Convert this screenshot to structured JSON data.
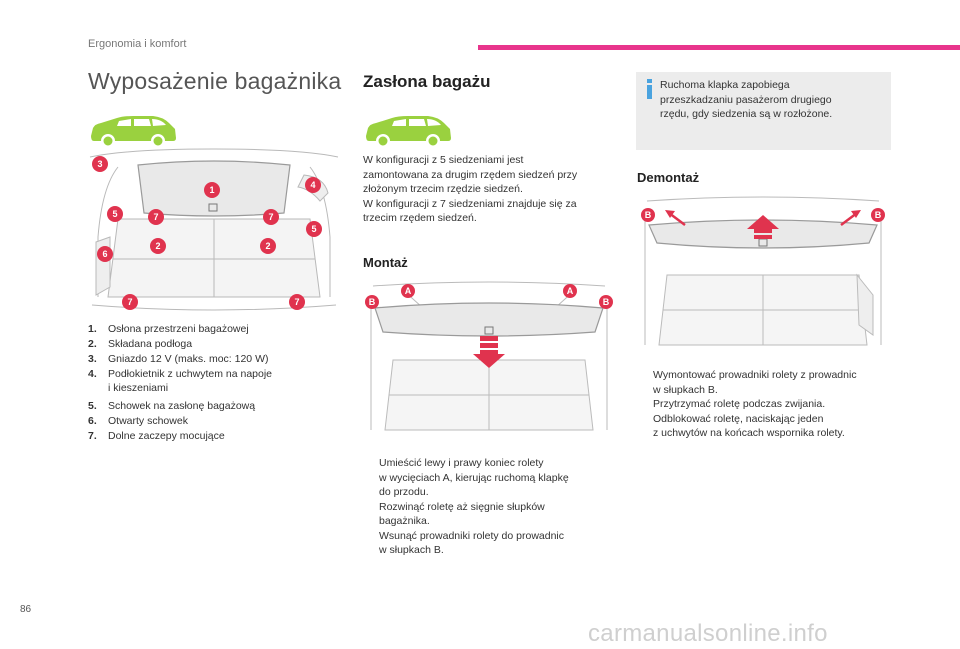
{
  "header": {
    "section": "Ergonomia i komfort",
    "accent_color": "#e8358c"
  },
  "page": {
    "title": "Wyposażenie bagażnika",
    "number": "86"
  },
  "left_figure": {
    "callouts": [
      "3",
      "1",
      "4",
      "5",
      "7",
      "7",
      "5",
      "2",
      "2",
      "6",
      "7",
      "7"
    ]
  },
  "equipment_list": [
    {
      "num": "1.",
      "text": "Osłona przestrzeni bagażowej"
    },
    {
      "num": "2.",
      "text": "Składana podłoga"
    },
    {
      "num": "3.",
      "text": "Gniazdo 12 V (maks. moc: 120 W)"
    },
    {
      "num": "4.",
      "text": "Podłokietnik z uchwytem na napoje"
    },
    {
      "num": "",
      "text": "i kieszeniami"
    },
    {
      "num": "5.",
      "text": "Schowek na zasłonę bagażową"
    },
    {
      "num": "6.",
      "text": "Otwarty schowek"
    },
    {
      "num": "7.",
      "text": "Dolne zaczepy mocujące"
    }
  ],
  "section": {
    "title": "Zasłona bagażu",
    "intro": [
      "W konfiguracji z 5 siedzeniami jest",
      "zamontowana za drugim rzędem siedzeń przy",
      "złożonym trzecim rzędzie siedzeń.",
      "W konfiguracji z 7 siedzeniami znajduje się za",
      "trzecim rzędem siedzeń."
    ],
    "mount_title": "Montaż",
    "mount_labels": {
      "a": "A",
      "b": "B"
    },
    "mount_steps": [
      {
        "lines": [
          "Umieścić lewy i prawy koniec rolety",
          "w wycięciach A, kierując ruchomą klapkę",
          "do przodu."
        ]
      },
      {
        "lines": [
          "Rozwinąć roletę aż sięgnie słupków",
          "bagażnika."
        ]
      },
      {
        "lines": [
          "Wsunąć prowadniki rolety do prowadnic",
          "w słupkach B."
        ]
      }
    ],
    "info": [
      "Ruchoma klapka zapobiega",
      "przeszkadzaniu pasażerom drugiego",
      "rzędu, gdy siedzenia są w rozłożone."
    ],
    "remove_title": "Demontaż",
    "remove_steps": [
      {
        "lines": [
          "Wymontować prowadniki rolety z prowadnic",
          "w słupkach B."
        ]
      },
      {
        "lines": [
          "Przytrzymać roletę podczas zwijania."
        ]
      },
      {
        "lines": [
          "Odblokować roletę, naciskając jeden",
          "z uchwytów na końcach wspornika rolety."
        ]
      }
    ],
    "bullet_mark": "",
    "badge_color": "#e0334e",
    "car_color": "#9ad13f"
  },
  "watermark": "carmanualsonline.info"
}
